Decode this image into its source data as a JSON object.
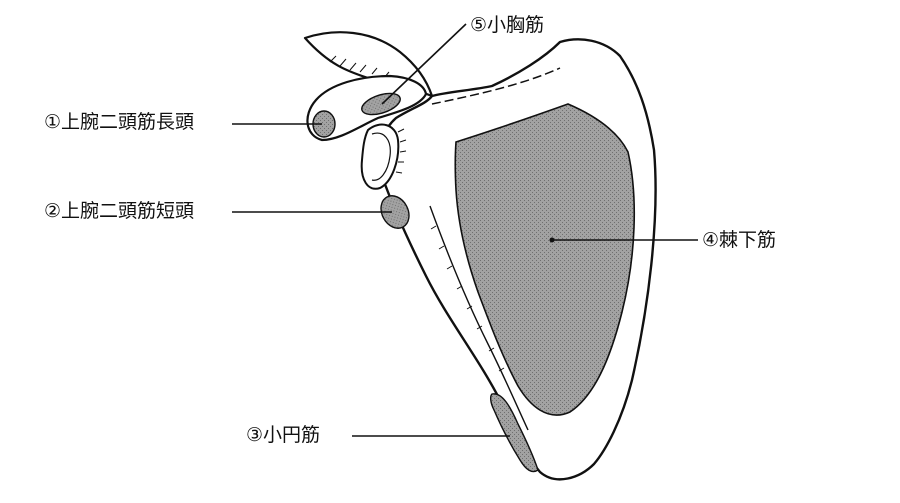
{
  "labels": {
    "biceps_long_head": "①上腕二頭筋長頭",
    "biceps_short_head": "②上腕二頭筋短頭",
    "teres_minor": "③小円筋",
    "infraspinatus": "④棘下筋",
    "pectoralis_minor": "⑤小胸筋"
  },
  "colors": {
    "line": "#111111",
    "muscle_fill": "#9a9a9a",
    "bone_fill": "#ffffff"
  }
}
